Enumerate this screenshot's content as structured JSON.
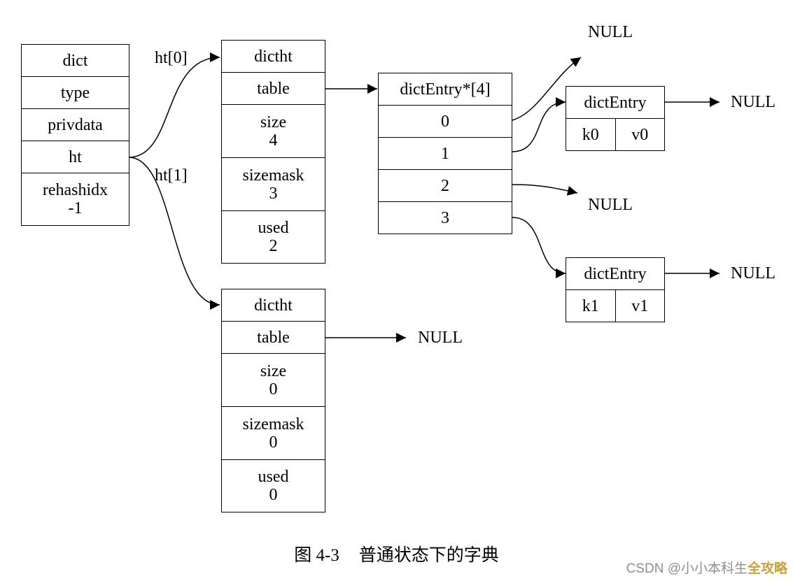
{
  "dict": {
    "fields": [
      "dict",
      "type",
      "privdata",
      "ht"
    ],
    "rehash_label": "rehashidx",
    "rehash_value": "-1"
  },
  "pointer_labels": {
    "ht0": "ht[0]",
    "ht1": "ht[1]"
  },
  "ht0": {
    "title": "dictht",
    "table": "table",
    "size_label": "size",
    "size_value": "4",
    "sizemask_label": "sizemask",
    "sizemask_value": "3",
    "used_label": "used",
    "used_value": "2"
  },
  "ht1": {
    "title": "dictht",
    "table": "table",
    "size_label": "size",
    "size_value": "0",
    "sizemask_label": "sizemask",
    "sizemask_value": "0",
    "used_label": "used",
    "used_value": "0"
  },
  "bucket_array": {
    "title": "dictEntry*[4]",
    "slots": [
      "0",
      "1",
      "2",
      "3"
    ]
  },
  "entry0": {
    "title": "dictEntry",
    "key": "k0",
    "value": "v0"
  },
  "entry1": {
    "title": "dictEntry",
    "key": "k1",
    "value": "v1"
  },
  "null_text": "NULL",
  "caption": {
    "figure": "图 4-3",
    "title": "普通状态下的字典"
  },
  "watermark": {
    "prefix": "CSDN @小小本科生",
    "suffix": "全攻略"
  }
}
